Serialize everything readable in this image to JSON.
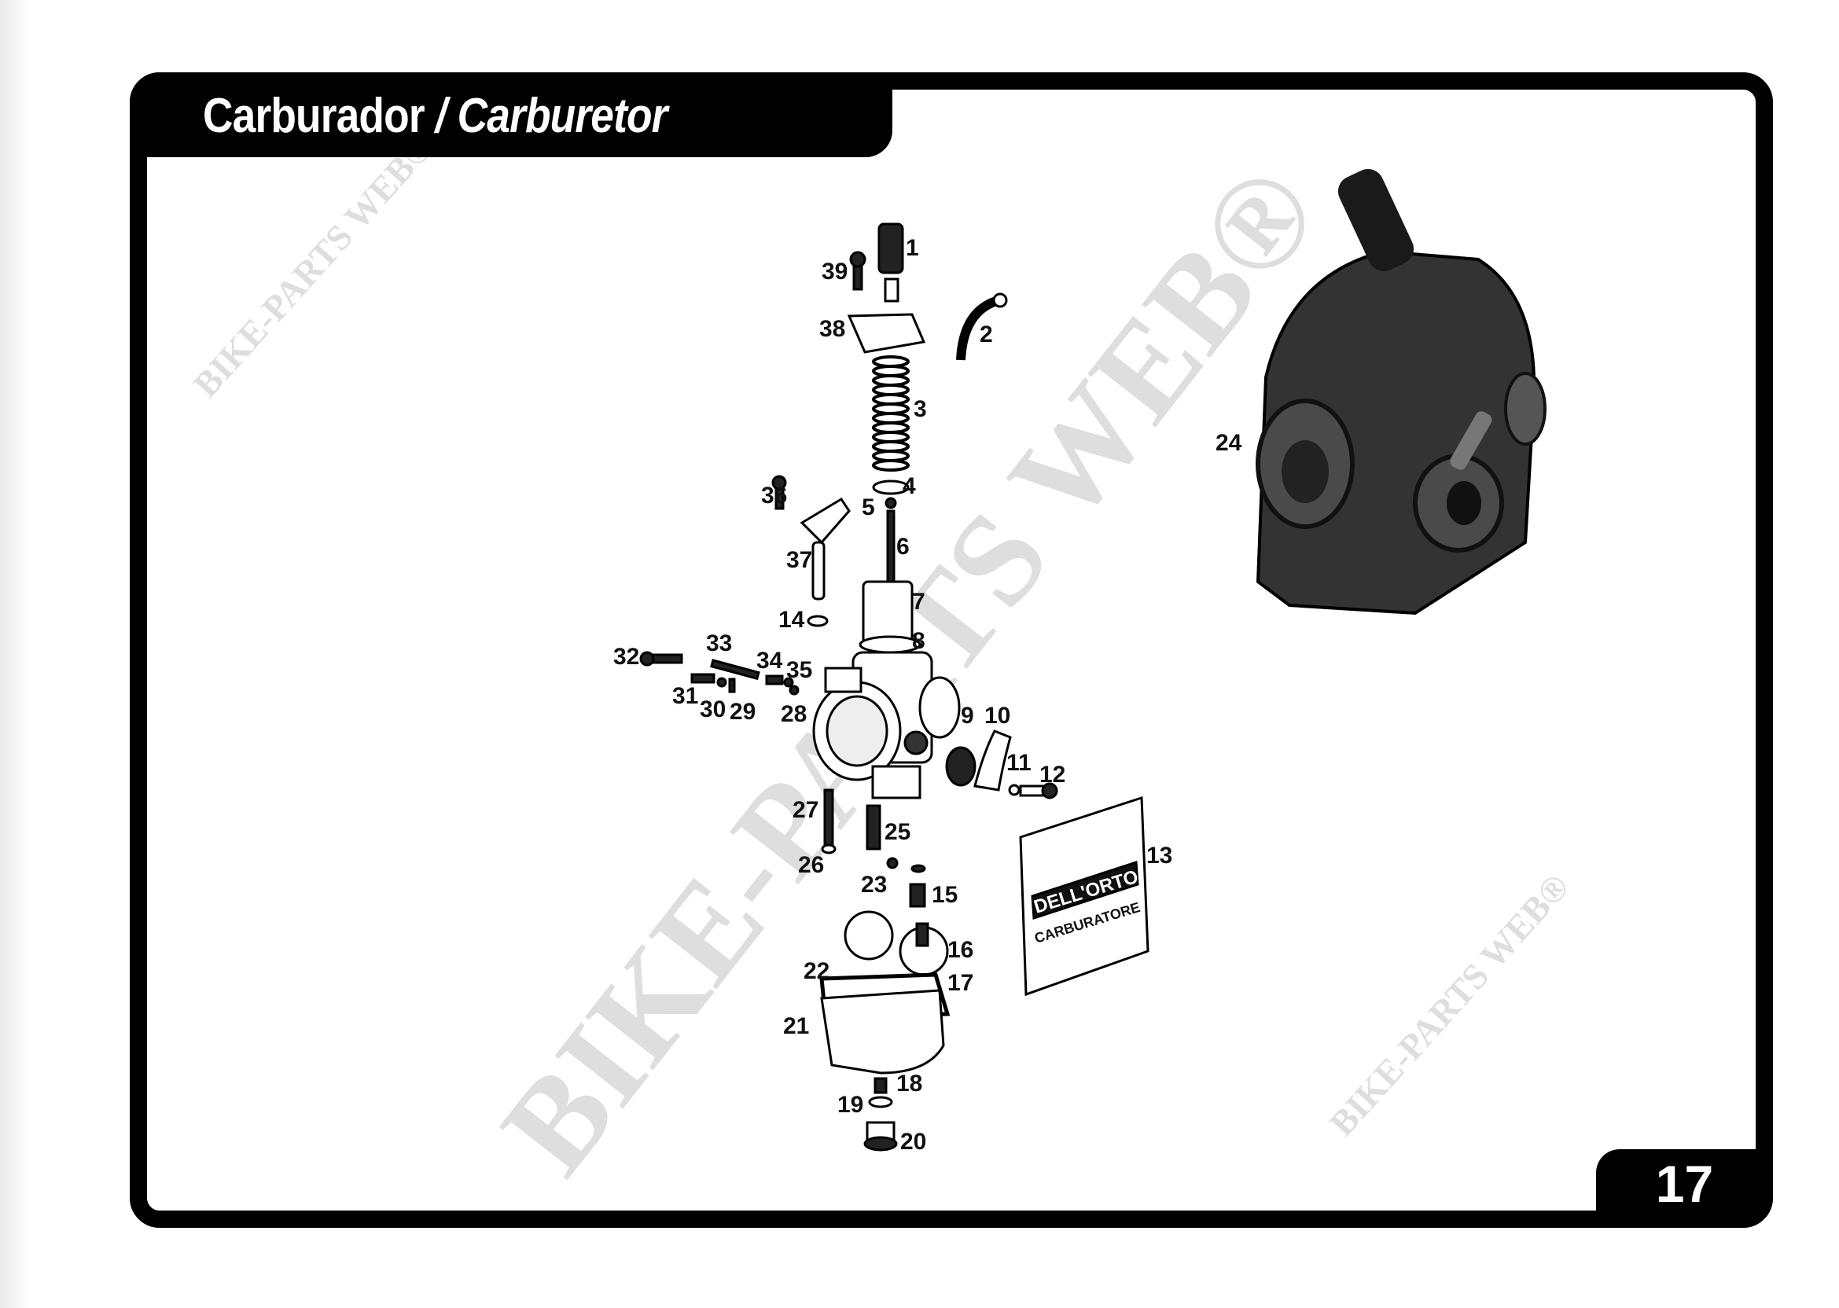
{
  "header": {
    "title_es": "Carburador",
    "separator": "/",
    "title_en": "Carburetor"
  },
  "footer": {
    "page_number": "17"
  },
  "watermark": {
    "text": "BIKE-PARTS WEB",
    "symbol": "®"
  },
  "parts": [
    {
      "label": "1"
    },
    {
      "label": "2"
    },
    {
      "label": "3"
    },
    {
      "label": "4"
    },
    {
      "label": "5"
    },
    {
      "label": "6"
    },
    {
      "label": "7"
    },
    {
      "label": "8"
    },
    {
      "label": "9"
    },
    {
      "label": "10"
    },
    {
      "label": "11"
    },
    {
      "label": "12"
    },
    {
      "label": "13"
    },
    {
      "label": "14"
    },
    {
      "label": "15"
    },
    {
      "label": "16"
    },
    {
      "label": "17"
    },
    {
      "label": "18"
    },
    {
      "label": "19"
    },
    {
      "label": "20"
    },
    {
      "label": "21"
    },
    {
      "label": "22"
    },
    {
      "label": "23"
    },
    {
      "label": "24"
    },
    {
      "label": "25"
    },
    {
      "label": "26"
    },
    {
      "label": "27"
    },
    {
      "label": "28"
    },
    {
      "label": "29"
    },
    {
      "label": "30"
    },
    {
      "label": "31"
    },
    {
      "label": "32"
    },
    {
      "label": "33"
    },
    {
      "label": "34"
    },
    {
      "label": "35"
    },
    {
      "label": "36"
    },
    {
      "label": "37"
    },
    {
      "label": "38"
    },
    {
      "label": "39"
    }
  ],
  "packet_label": {
    "brand": "DELL'ORTO",
    "line": "CARBURATORE"
  }
}
